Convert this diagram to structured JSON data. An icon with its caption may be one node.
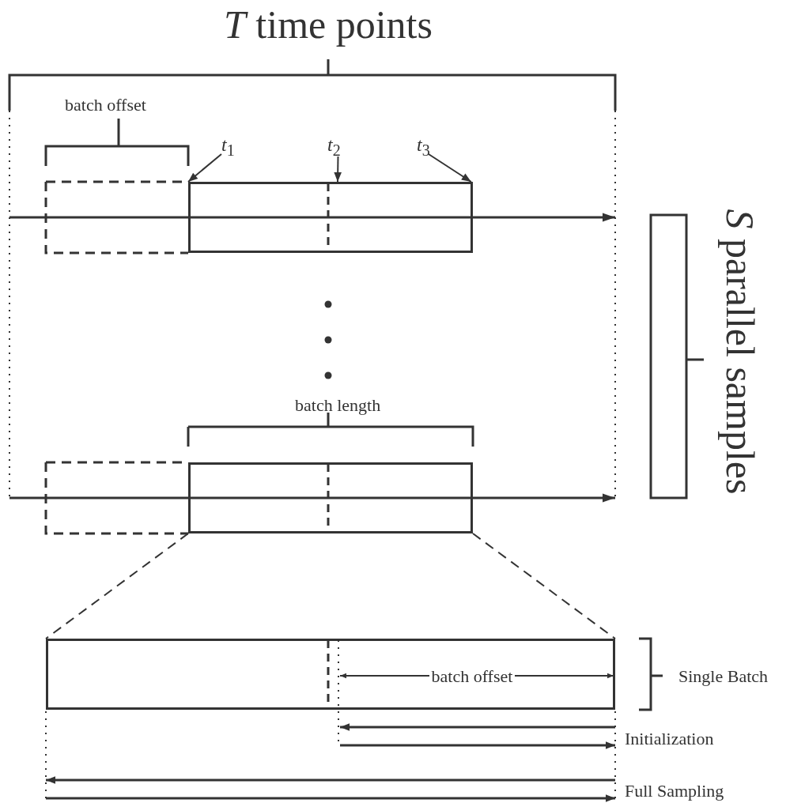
{
  "diagram": {
    "title": "*T* time points",
    "nodes": [
      {
        "text": [],
        "shape": "box"
      },
      {
        "text": [],
        "shape": "box"
      },
      {
        "text": [],
        "shape": "box"
      },
      {
        "text": [
          "*t*$_{1}$"
        ]
      },
      {
        "text": [
          "*t*$_{2}$"
        ]
      },
      {
        "text": [
          "*t*$_{3}$"
        ]
      }
    ],
    "edges": [
      {
        "from": 3,
        "to": 0,
        "arrow": "to"
      },
      {
        "from": 4,
        "to": 0,
        "arrow": "to"
      },
      {
        "from": 5,
        "to": 0,
        "arrow": "to"
      },
      {
        "from": 1,
        "to": 2,
        "arrow": "none",
        "style": "dashed"
      },
      {
        "from": 1,
        "to": 2,
        "arrow": "none",
        "style": "dashed"
      }
    ],
    "labels": [
      "batch offset",
      "*S* parallel samples",
      "batch length",
      "batch offset",
      "Single Batch",
      "Initialization",
      "Full Sampling"
    ]
  }
}
